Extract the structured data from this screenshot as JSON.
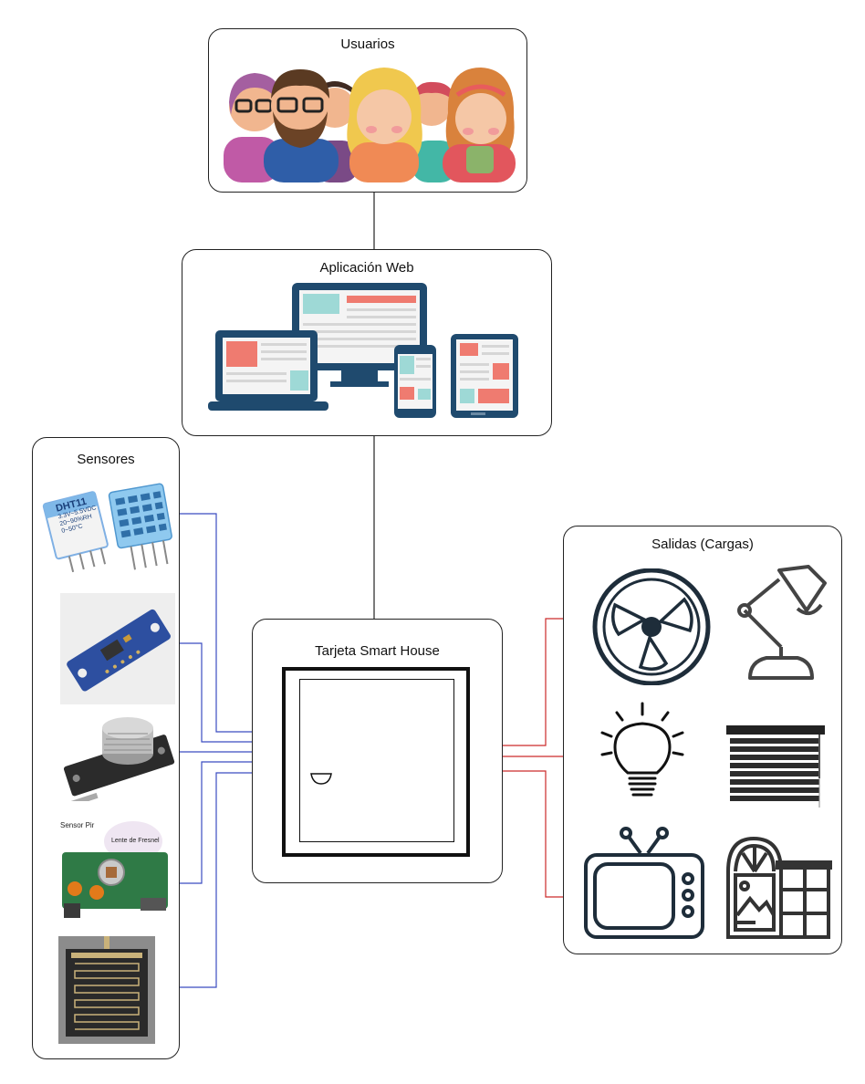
{
  "users": {
    "title": "Usuarios",
    "icon": "users-group-illustration"
  },
  "webapp": {
    "title": "Aplicación Web",
    "icon": "responsive-devices-illustration"
  },
  "sensors": {
    "title": "Sensores",
    "items": [
      {
        "name": "dht11-sensor",
        "label_lines": [
          "DHT11",
          "3.3V~5.5VDC",
          "20~90%RH",
          "0~50°C"
        ]
      },
      {
        "name": "light-sensor-module"
      },
      {
        "name": "gas-sensor-module"
      },
      {
        "name": "pir-sensor-module",
        "label_lines": [
          "Sensor Pir",
          "Lente de Fresnel"
        ]
      },
      {
        "name": "rain-sensor-module"
      }
    ]
  },
  "board": {
    "title": "Tarjeta Smart House"
  },
  "outputs": {
    "title": "Salidas (Cargas)",
    "items": [
      {
        "name": "fan-icon"
      },
      {
        "name": "desk-lamp-icon"
      },
      {
        "name": "light-bulb-icon"
      },
      {
        "name": "window-blind-icon"
      },
      {
        "name": "television-icon"
      },
      {
        "name": "window-icon"
      }
    ]
  },
  "colors": {
    "sensor_wires": "#3b4cc0",
    "output_wires": "#cc2a2a",
    "link": "#222222"
  }
}
